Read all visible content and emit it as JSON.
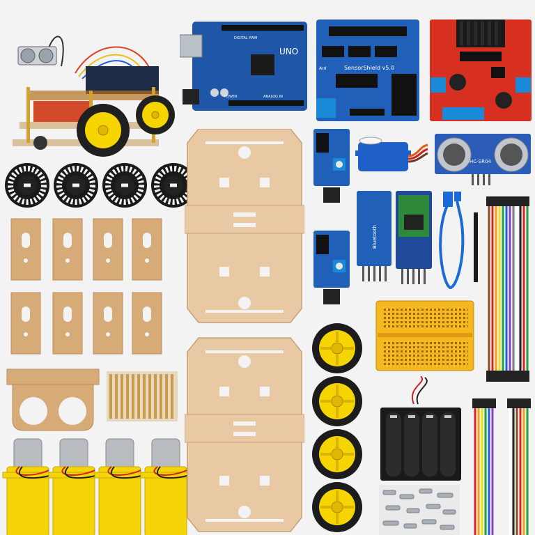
{
  "kit": {
    "title": "",
    "labels": {
      "uno": "UNO",
      "uno_small": "DIGITAL PWM",
      "sensor_shield": "SensorShield v5.0",
      "shield_small": "Ard",
      "ultrasonic": "HC-SR04",
      "bluetooth": "Bluetooth",
      "power": "POWER",
      "analog": "ANALOG IN"
    },
    "parts": [
      {
        "name": "assembled-robot-car"
      },
      {
        "name": "arduino-uno-board"
      },
      {
        "name": "sensor-shield-board"
      },
      {
        "name": "l298n-motor-driver"
      },
      {
        "name": "encoder-disc",
        "count": 4
      },
      {
        "name": "acrylic-chassis-plate",
        "count": 2
      },
      {
        "name": "line-tracking-sensor",
        "count": 2
      },
      {
        "name": "servo-motor"
      },
      {
        "name": "ultrasonic-sensor"
      },
      {
        "name": "bluetooth-module",
        "count": 2
      },
      {
        "name": "usb-cable"
      },
      {
        "name": "pin-header"
      },
      {
        "name": "jumper-wires",
        "count": 2
      },
      {
        "name": "motor-mount-bracket",
        "count": 8
      },
      {
        "name": "ultrasonic-holder"
      },
      {
        "name": "copper-standoffs"
      },
      {
        "name": "yellow-wheel",
        "count": 4
      },
      {
        "name": "mini-breadboard"
      },
      {
        "name": "battery-holder"
      },
      {
        "name": "screws-and-nuts"
      },
      {
        "name": "gear-motor",
        "count": 4
      }
    ]
  }
}
